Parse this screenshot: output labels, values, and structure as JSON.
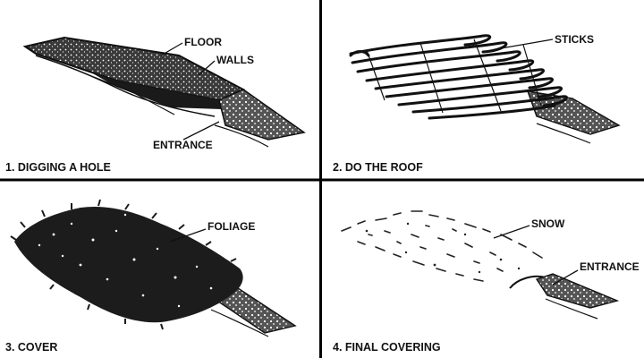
{
  "panels": [
    {
      "caption": "1. DIGGING A HOLE",
      "labels": {
        "floor": "FLOOR",
        "walls": "WALLS",
        "entrance": "ENTRANCE"
      }
    },
    {
      "caption": "2. DO THE ROOF",
      "labels": {
        "sticks": "STICKS"
      }
    },
    {
      "caption": "3. COVER",
      "labels": {
        "foliage": "FOLIAGE"
      }
    },
    {
      "caption": "4. FINAL COVERING",
      "labels": {
        "snow": "SNOW",
        "entrance": "ENTRANCE"
      }
    }
  ],
  "colors": {
    "ink": "#111111",
    "texture": "#2a2a2a",
    "divider": "#000000",
    "background": "#ffffff"
  }
}
